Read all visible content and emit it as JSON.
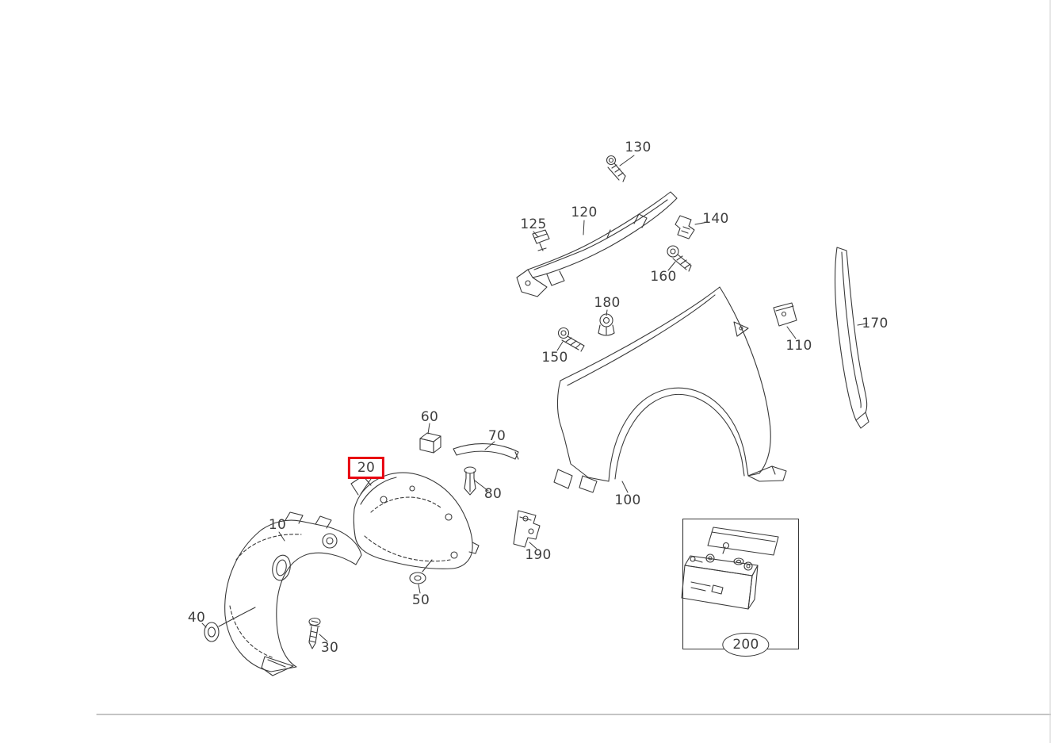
{
  "page": {
    "background": "#ffffff",
    "line_color": "#3a3a3a",
    "highlight_color": "#e8000f"
  },
  "diagram": {
    "type": "exploded-parts-diagram",
    "subject": "front-fender-and-wheel-arch-liner",
    "callouts": [
      {
        "id": "10",
        "label": "10",
        "highlighted": false
      },
      {
        "id": "20",
        "label": "20",
        "highlighted": true
      },
      {
        "id": "30",
        "label": "30",
        "highlighted": false
      },
      {
        "id": "40",
        "label": "40",
        "highlighted": false
      },
      {
        "id": "50",
        "label": "50",
        "highlighted": false
      },
      {
        "id": "60",
        "label": "60",
        "highlighted": false
      },
      {
        "id": "70",
        "label": "70",
        "highlighted": false
      },
      {
        "id": "80",
        "label": "80",
        "highlighted": false
      },
      {
        "id": "100",
        "label": "100",
        "highlighted": false
      },
      {
        "id": "110",
        "label": "110",
        "highlighted": false
      },
      {
        "id": "120",
        "label": "120",
        "highlighted": false
      },
      {
        "id": "125",
        "label": "125",
        "highlighted": false
      },
      {
        "id": "130",
        "label": "130",
        "highlighted": false
      },
      {
        "id": "140",
        "label": "140",
        "highlighted": false
      },
      {
        "id": "150",
        "label": "150",
        "highlighted": false
      },
      {
        "id": "160",
        "label": "160",
        "highlighted": false
      },
      {
        "id": "170",
        "label": "170",
        "highlighted": false
      },
      {
        "id": "180",
        "label": "180",
        "highlighted": false
      },
      {
        "id": "190",
        "label": "190",
        "highlighted": false
      },
      {
        "id": "200",
        "label": "200",
        "highlighted": false,
        "enclosure": "ellipse"
      }
    ]
  }
}
